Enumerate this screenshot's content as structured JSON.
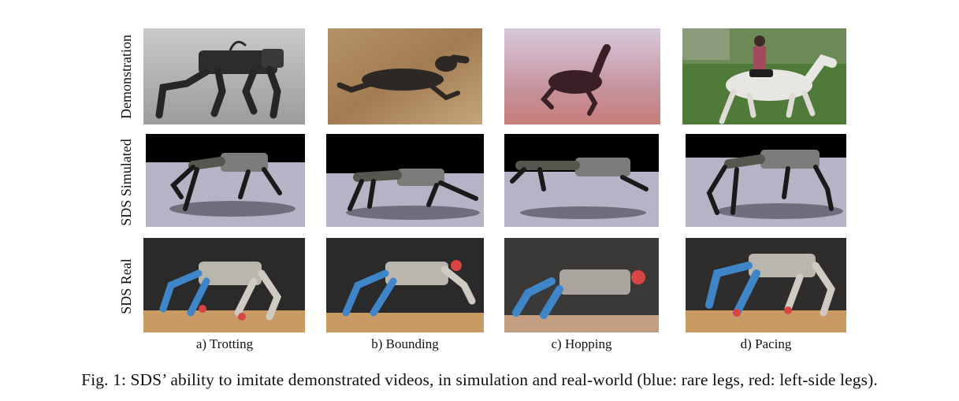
{
  "row_labels": {
    "demonstration": "Demonstration",
    "simulated": "SDS Simulated",
    "real": "SDS Real"
  },
  "columns": [
    {
      "caption": "a) Trotting"
    },
    {
      "caption": "b) Bounding"
    },
    {
      "caption": "c) Hopping"
    },
    {
      "caption": "d) Pacing"
    }
  ],
  "figure_caption": "Fig. 1: SDS’ ability to imitate demonstrated videos, in simulation and real-world (blue: rare legs, red: left-side legs).",
  "colors": {
    "rear_legs": "#3f86c8",
    "left_side_legs": "#d94545"
  }
}
